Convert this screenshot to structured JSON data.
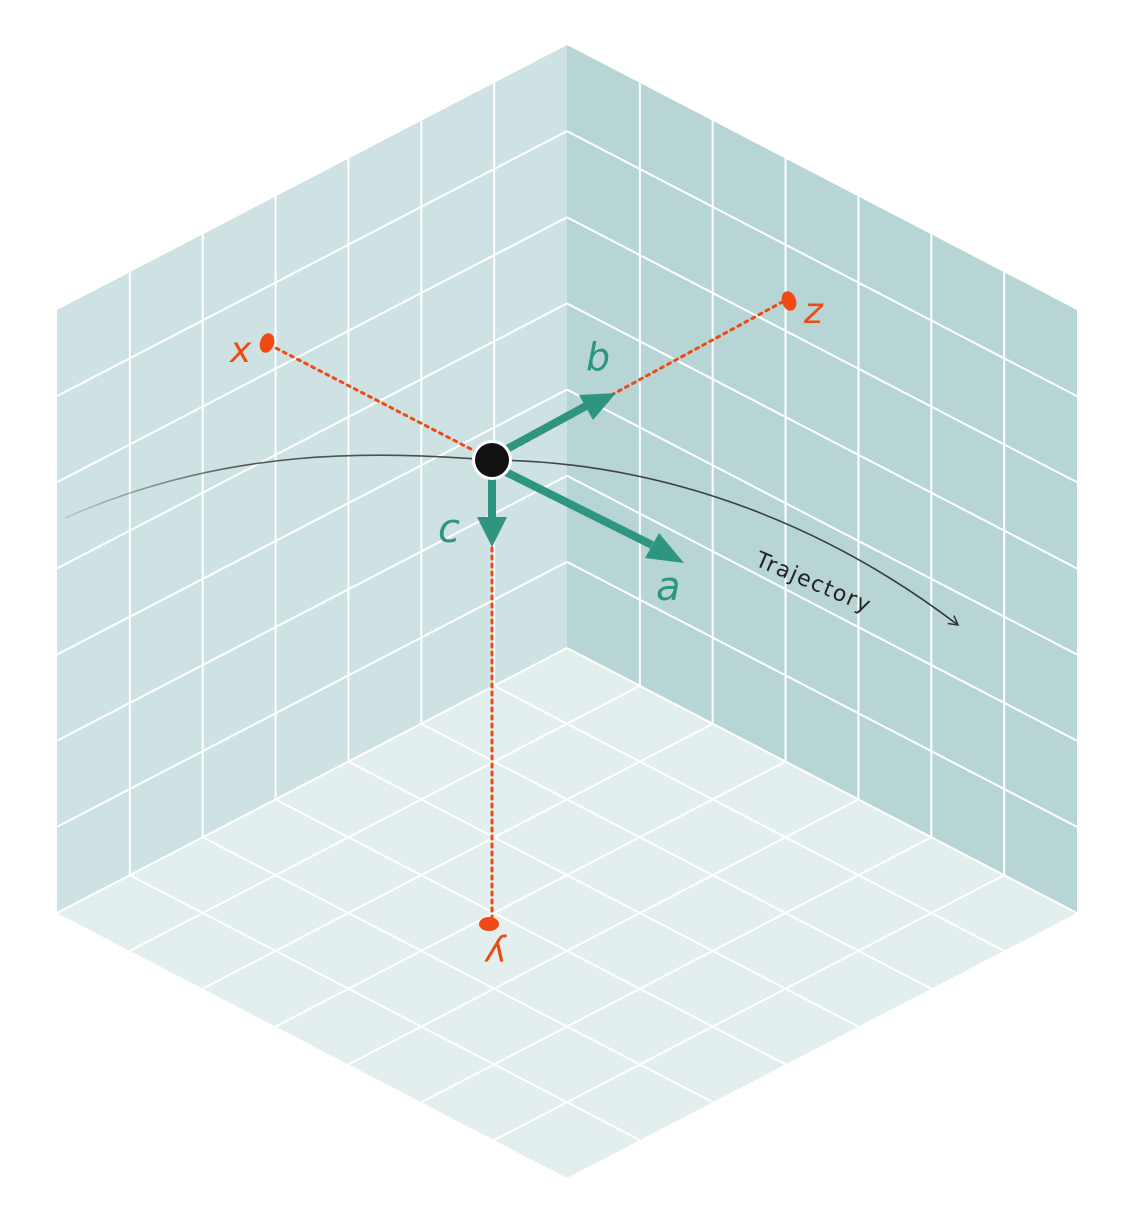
{
  "colors": {
    "background": "#ffffff",
    "left_wall": "#cfe2e3",
    "right_wall": "#b8d5d6",
    "floor": "#e3eeef",
    "grid_line": "#ffffff",
    "axis": "#f04a14",
    "vector": "#2e9680",
    "trajectory": "#333333",
    "body_point": "#111111"
  },
  "axes": {
    "x": {
      "label": "x"
    },
    "y": {
      "label": "y"
    },
    "z": {
      "label": "z"
    }
  },
  "vectors": {
    "a": {
      "label": "a"
    },
    "b": {
      "label": "b"
    },
    "c": {
      "label": "c"
    }
  },
  "trajectory": {
    "label": "Trajectory"
  },
  "icons": {
    "body_point": "filled-circle",
    "axis_endpoint": "filled-ellipse",
    "vector_head": "filled-arrowhead",
    "trajectory_head": "open-arrowhead"
  }
}
